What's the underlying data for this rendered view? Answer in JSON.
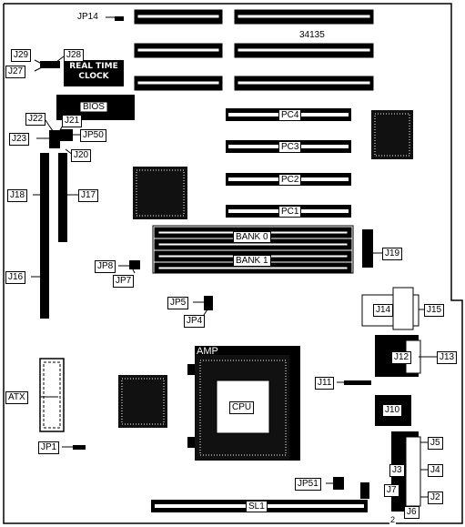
{
  "board": {
    "part_number": "34135",
    "chip_labels": {
      "rtc": "REAL TIME CLOCK",
      "bios": "BIOS",
      "amp": "AMP",
      "cpu": "CPU"
    },
    "slot_labels": {
      "pc4": "PC4",
      "pc3": "PC3",
      "pc2": "PC2",
      "pc1": "PC1",
      "bank0": "BANK 0",
      "bank1": "BANK 1",
      "sl1": "SL1"
    },
    "connectors": {
      "jp14": "JP14",
      "j29": "J29",
      "j28": "J28",
      "j27": "J27",
      "j22": "J22",
      "j21": "J21",
      "j23": "J23",
      "jp50": "JP50",
      "j20": "J20",
      "j18": "J18",
      "j17": "J17",
      "j16": "J16",
      "j19": "J19",
      "jp8": "JP8",
      "jp7": "JP7",
      "jp5": "JP5",
      "jp4": "JP4",
      "j14": "J14",
      "j15": "J15",
      "j12": "J12",
      "j13": "J13",
      "j11": "J11",
      "j10": "J10",
      "atx": "ATX",
      "jp1": "JP1",
      "j5": "J5",
      "j3": "J3",
      "j4": "J4",
      "jp51": "JP51",
      "j7": "J7",
      "j2": "J2",
      "j6": "J6",
      "pin_2": "2"
    }
  }
}
